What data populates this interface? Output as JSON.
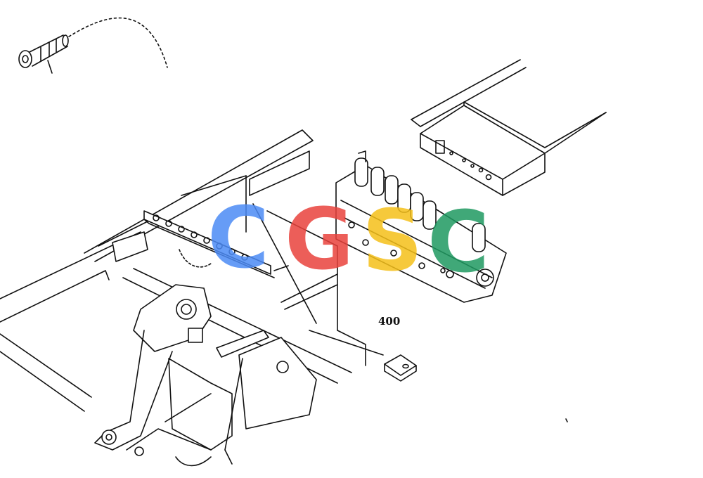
{
  "diagram": {
    "part_label": "400",
    "line_color": "#111111",
    "background": "#ffffff"
  },
  "watermark": {
    "letters": [
      "C",
      "G",
      "S",
      "C"
    ],
    "colors": [
      "#4c8bf5",
      "#e9433d",
      "#f5c01a",
      "#1f9a61"
    ]
  }
}
